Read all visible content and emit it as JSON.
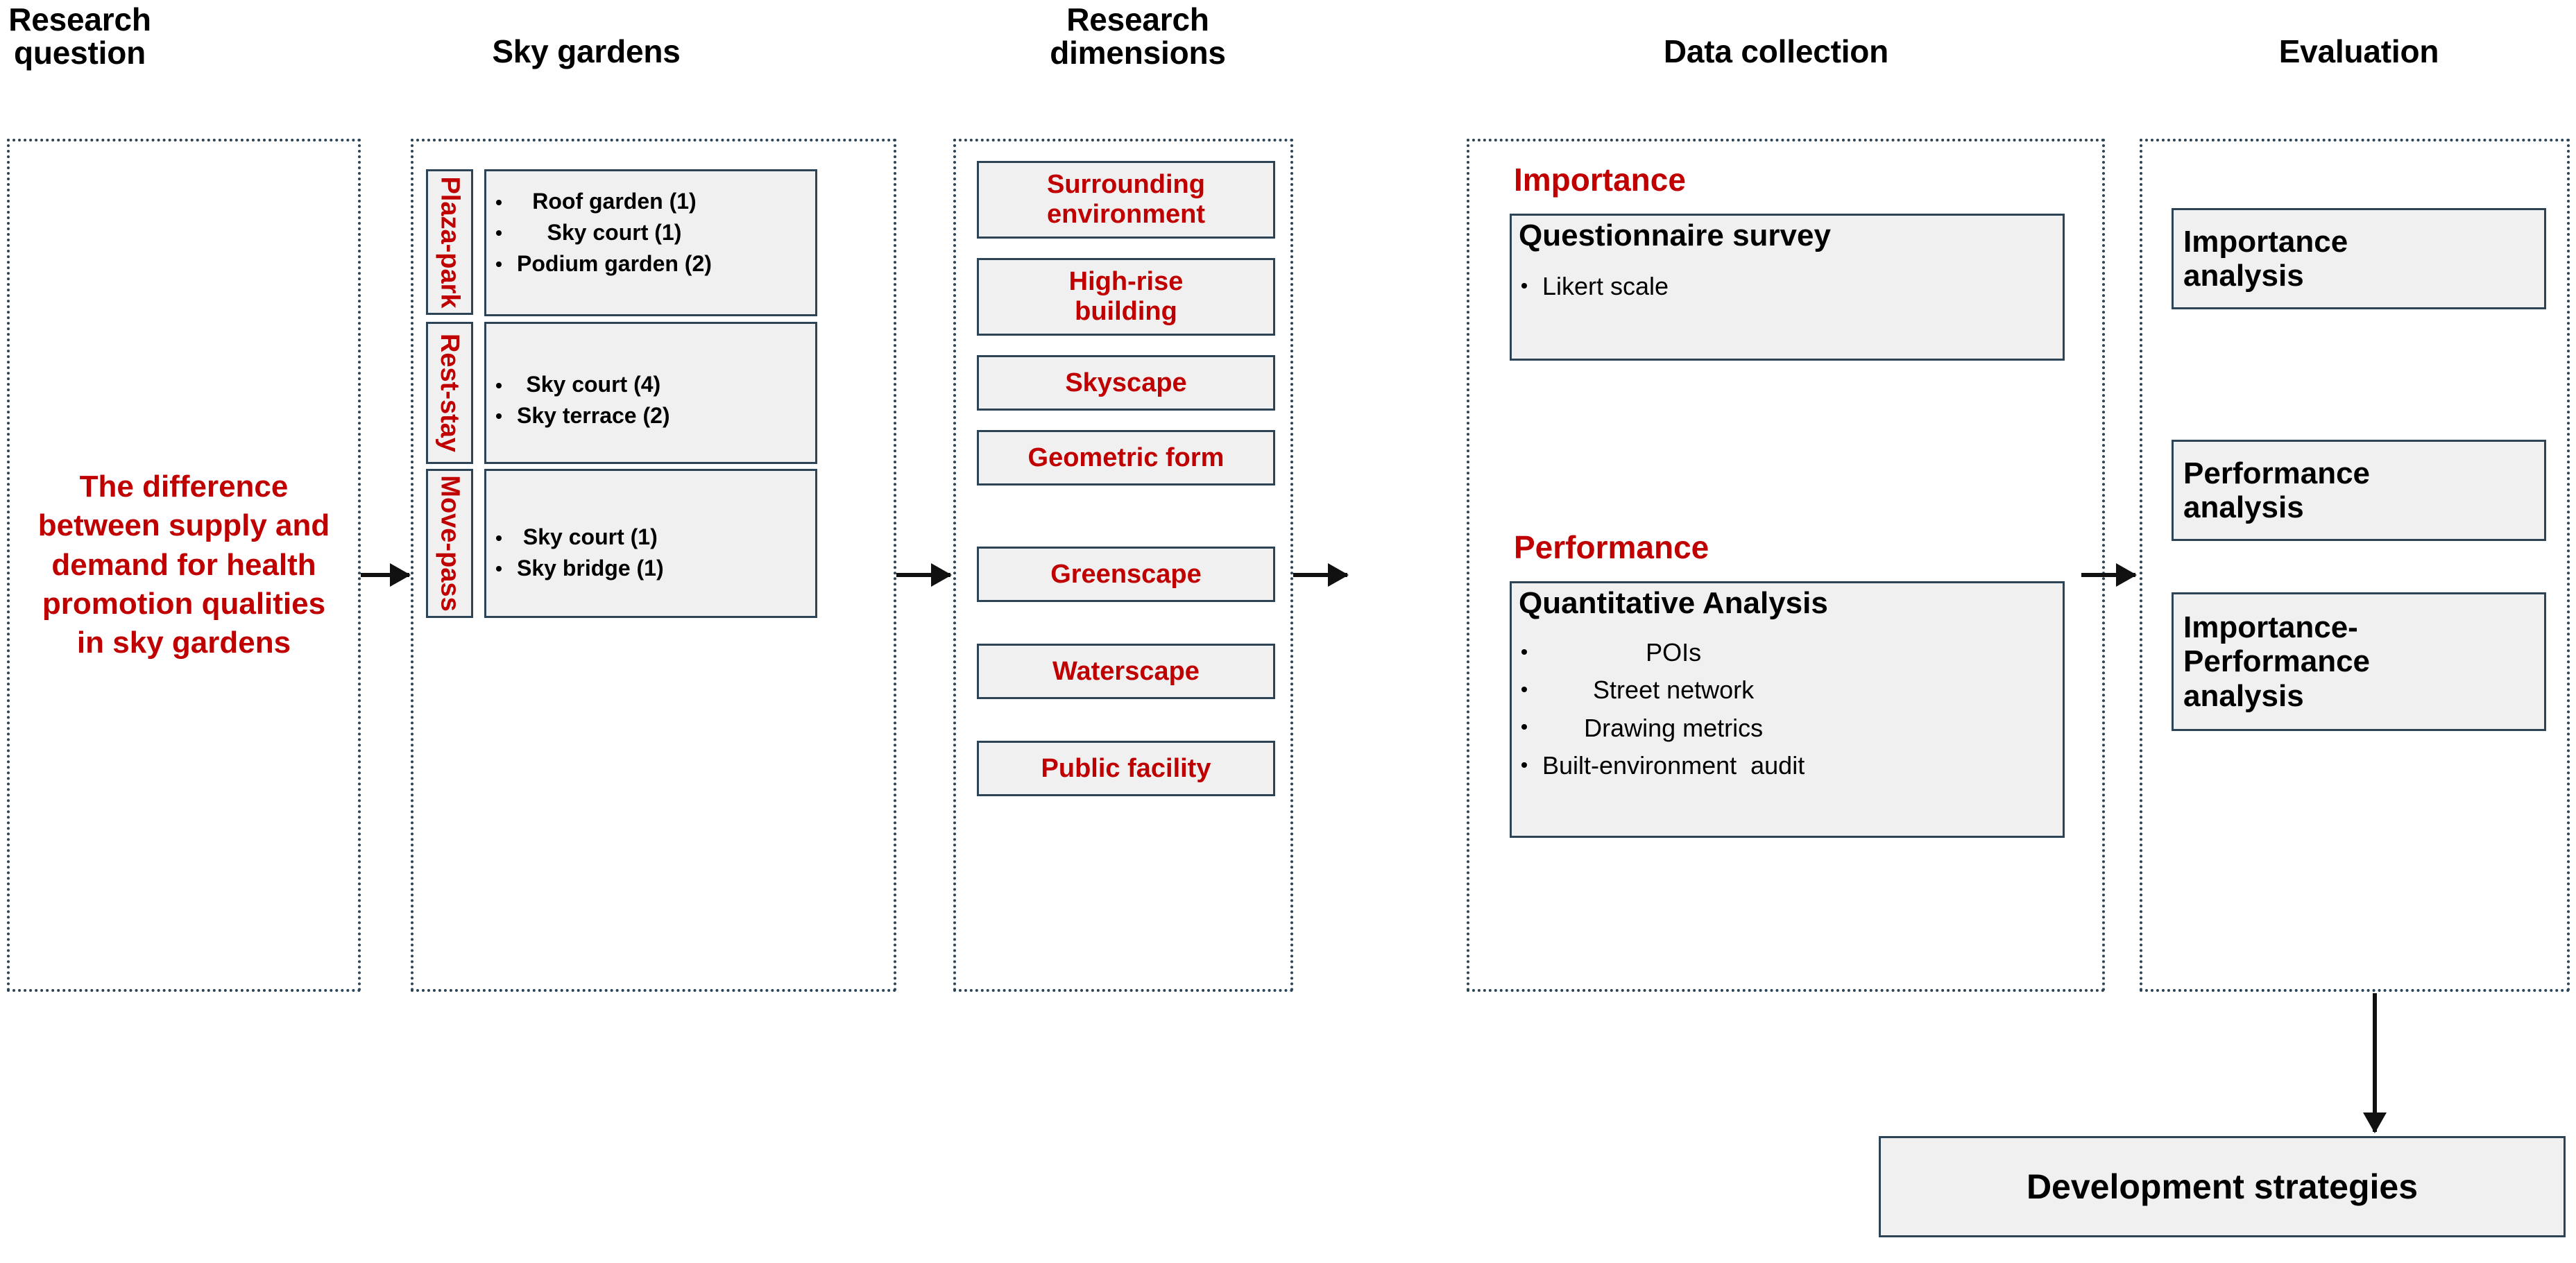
{
  "headers": [
    {
      "id": "research-question",
      "label": "Research\nquestion"
    },
    {
      "id": "sky-gardens",
      "label": "Sky gardens"
    },
    {
      "id": "research-dimensions",
      "label": "Research\ndimensions"
    },
    {
      "id": "data-collection",
      "label": "Data collection"
    },
    {
      "id": "evaluation",
      "label": "Evaluation"
    }
  ],
  "research_question": {
    "text": "The difference between supply and demand for health promotion qualities in sky gardens"
  },
  "sky_gardens": {
    "groups": [
      {
        "tab": "Plaza-park",
        "items": [
          "Roof garden (1)",
          "Sky court (1)",
          "Podium garden (2)"
        ]
      },
      {
        "tab": "Rest-stay",
        "items": [
          "Sky court (4)",
          "Sky terrace (2)"
        ]
      },
      {
        "tab": "Move-pass",
        "items": [
          "Sky court (1)",
          "Sky bridge (1)"
        ]
      }
    ]
  },
  "research_dimensions": {
    "items": [
      "Surrounding\nenvironment",
      "High-rise\nbuilding",
      "Skyscape",
      "Geometric form",
      "Greenscape",
      "Waterscape",
      "Public facility"
    ]
  },
  "data_collection": {
    "sections": [
      {
        "heading": "Importance",
        "box_title": "Questionnaire survey",
        "items": [
          "Likert scale"
        ]
      },
      {
        "heading": "Performance",
        "box_title": "Quantitative Analysis",
        "items": [
          "POIs",
          "Street network",
          "Drawing metrics",
          "Built-environment  audit"
        ]
      }
    ]
  },
  "evaluation": {
    "items": [
      "Importance\nanalysis",
      "Performance\nanalysis",
      "Importance-\nPerformance\nanalysis"
    ]
  },
  "outcome": {
    "label": "Development  strategies"
  },
  "colors": {
    "accent_red": "#c00000",
    "border": "#2c4456",
    "box_fill": "#f0f0f0",
    "text": "#000000"
  }
}
